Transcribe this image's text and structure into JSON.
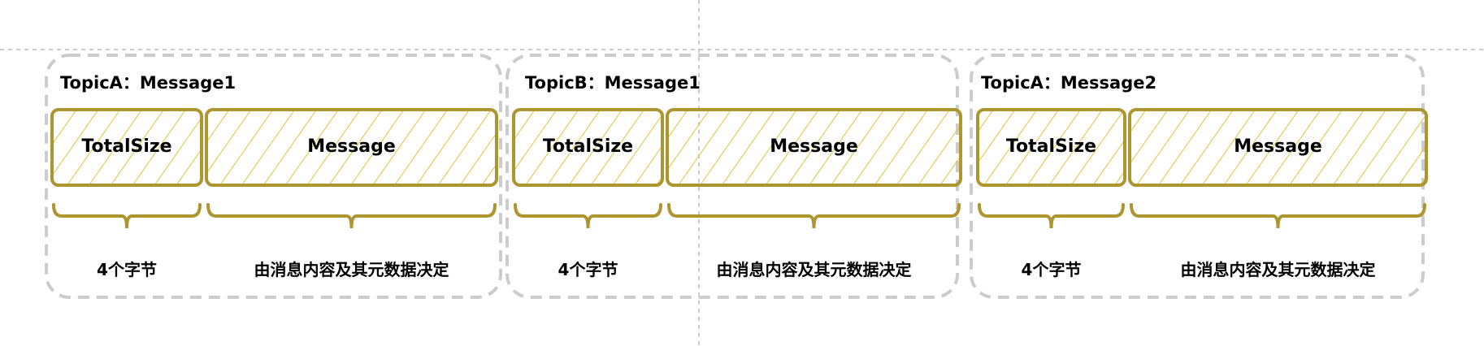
{
  "colors": {
    "accent": "#ad9530",
    "hatch": "#e0c53c",
    "frame": "#cccccc",
    "guide": "#bbbbbb"
  },
  "packets": [
    {
      "title": "TopicA：Message1",
      "size_field": "TotalSize",
      "message_field": "Message",
      "size_note": "4个字节",
      "message_note": "由消息内容及其元数据决定"
    },
    {
      "title": "TopicB：Message1",
      "size_field": "TotalSize",
      "message_field": "Message",
      "size_note": "4个字节",
      "message_note": "由消息内容及其元数据决定"
    },
    {
      "title": "TopicA：Message2",
      "size_field": "TotalSize",
      "message_field": "Message",
      "size_note": "4个字节",
      "message_note": "由消息内容及其元数据决定"
    }
  ]
}
